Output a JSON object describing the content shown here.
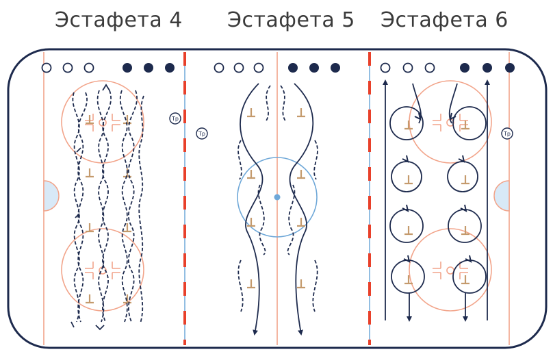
{
  "titles": [
    "Эстафета 4",
    "Эстафета 5",
    "Эстафета 6"
  ],
  "coach_label": "Тр",
  "colors": {
    "rink_border": "#1d2a4d",
    "red_line": "#e8402a",
    "blue_line": "#6fa8d8",
    "faceoff": "#f2a48a",
    "path": "#1d2a4d",
    "cone": "#c49a6c",
    "crease": "#d8e9f7"
  },
  "icons": [
    "coach-marker-icon",
    "cone-icon",
    "puck-empty-icon",
    "puck-filled-icon",
    "arrow-icon"
  ]
}
